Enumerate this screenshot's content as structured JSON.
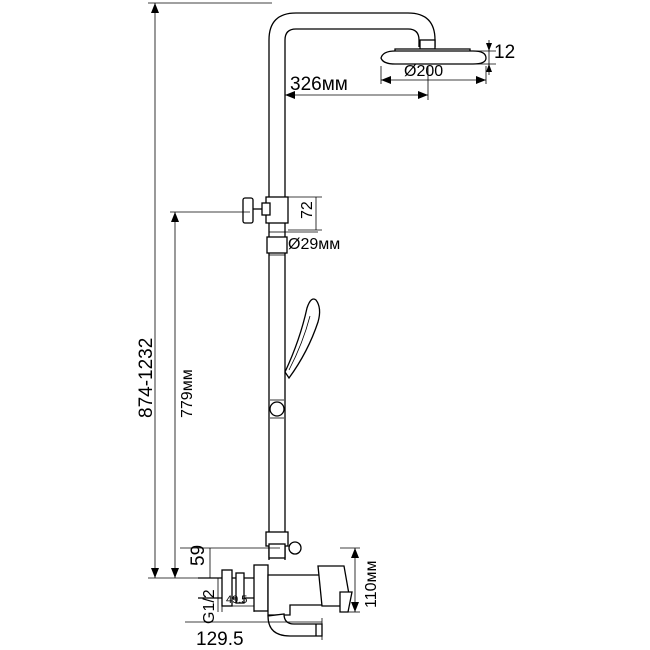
{
  "dimensions": {
    "head_thickness": "12",
    "head_diameter": "Ø200",
    "arm_reach": "326мм",
    "holder_height": "72",
    "pipe_diameter": "Ø29мм",
    "total_height": "874-1232",
    "holder_height_from_mixer": "779мм",
    "mixer_offset": "59",
    "mixer_height": "110мм",
    "thread": "G1/2",
    "inlet_depth": "49.5",
    "spout_reach": "129.5"
  }
}
